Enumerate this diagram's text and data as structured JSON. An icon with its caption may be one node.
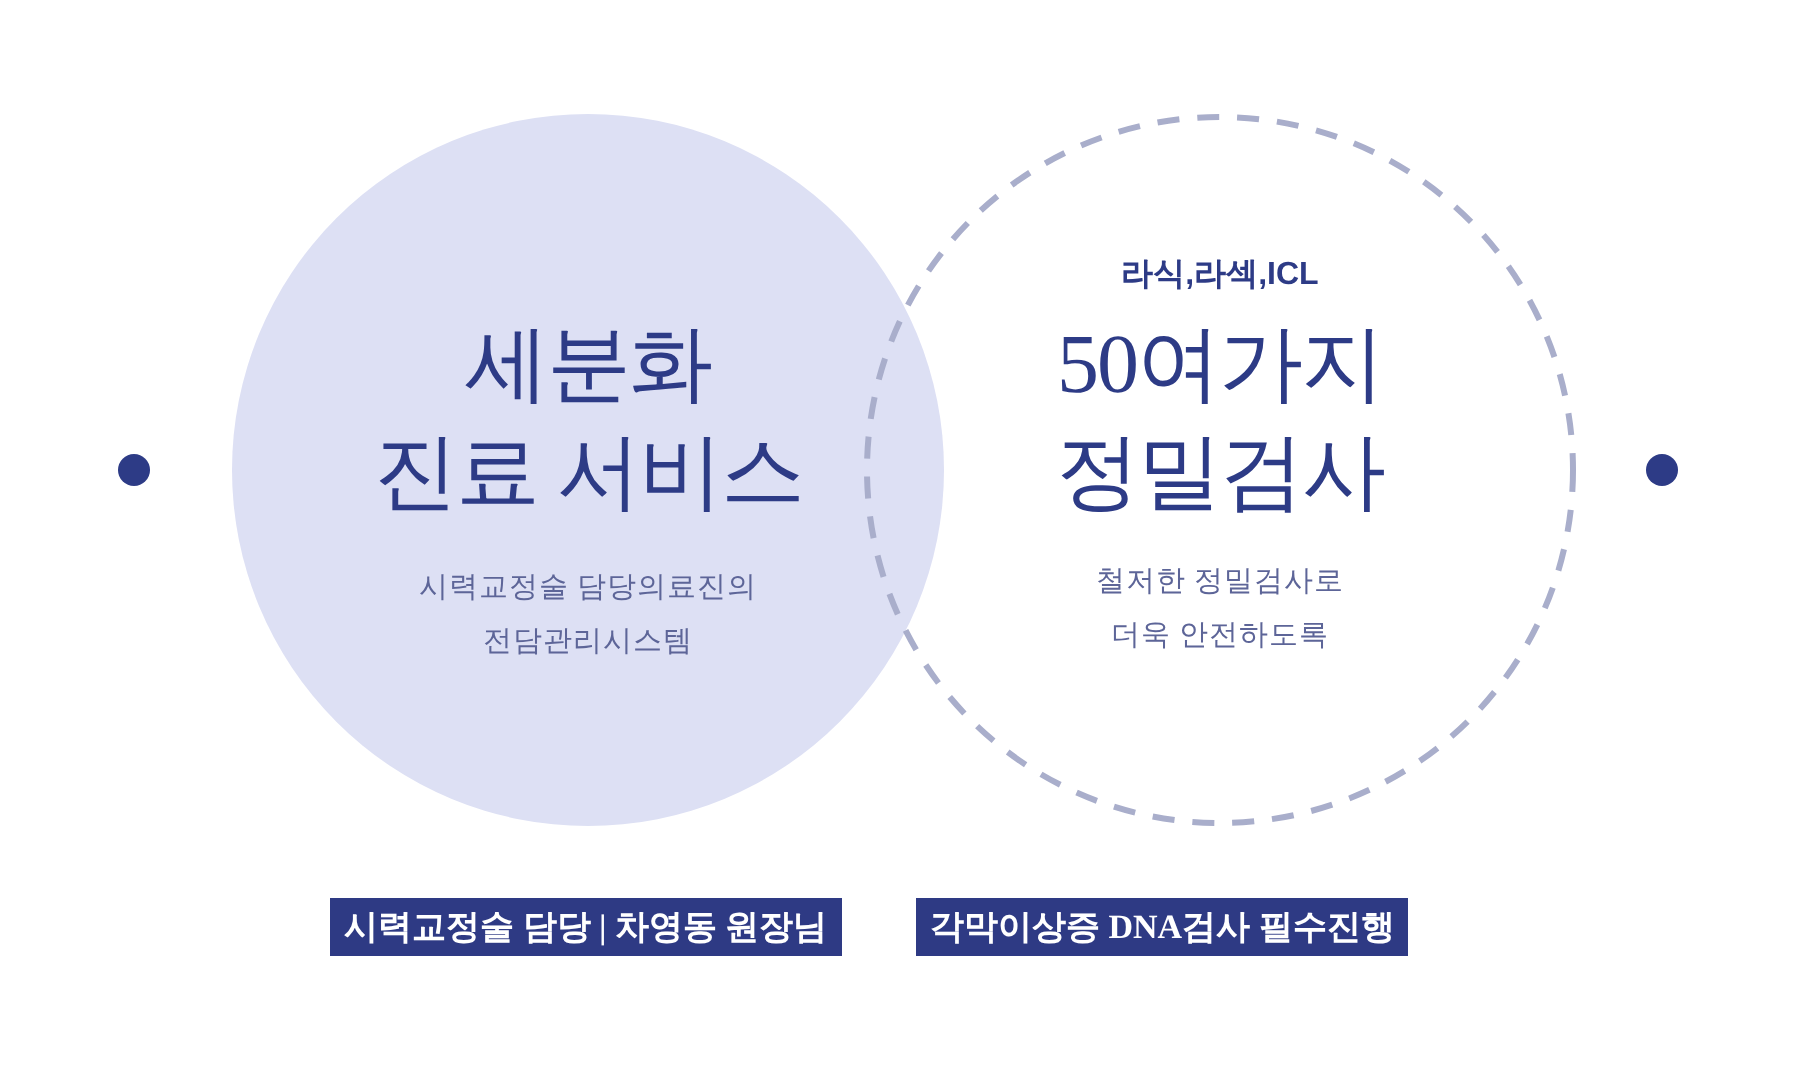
{
  "diagram": {
    "nodes": [
      {
        "text": [
          "세분화 진료 서비스",
          "시력교정술 담당의료진의 전담관리시스템"
        ]
      },
      {
        "text": [
          "라식,라섹,ICL",
          "50여가지 정밀검사",
          "철저한 정밀검사로 더욱 안전하도록"
        ]
      },
      {
        "text": [
          "시력교정술 담당 | 차영동 원장님"
        ]
      },
      {
        "text": [
          "각막이상증 DNA검사 필수진행"
        ]
      }
    ]
  }
}
